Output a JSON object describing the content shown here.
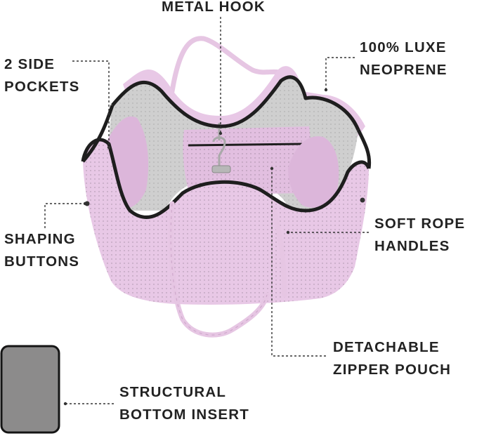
{
  "colors": {
    "bag_pink": "#e8c8e6",
    "bag_pink_shadow": "#d9b3d8",
    "lining_gray": "#c9c9c9",
    "lining_gray_light": "#e3e3e3",
    "trim_black": "#1e1e1e",
    "insert_gray": "#8c8b8b",
    "label_text": "#222222",
    "leader_line": "#333333"
  },
  "callouts": {
    "metal_hook": {
      "lines": [
        "METAL HOOK"
      ]
    },
    "side_pockets": {
      "lines": [
        "2 SIDE",
        "POCKETS"
      ]
    },
    "neoprene": {
      "lines": [
        "100% LUXE",
        "NEOPRENE"
      ]
    },
    "shaping_buttons": {
      "lines": [
        "SHAPING",
        "BUTTONS"
      ]
    },
    "rope_handles": {
      "lines": [
        "SOFT ROPE",
        "HANDLES"
      ]
    },
    "zipper_pouch": {
      "lines": [
        "DETACHABLE",
        "ZIPPER POUCH"
      ]
    },
    "bottom_insert": {
      "lines": [
        "STRUCTURAL",
        "BOTTOM INSERT"
      ]
    }
  }
}
